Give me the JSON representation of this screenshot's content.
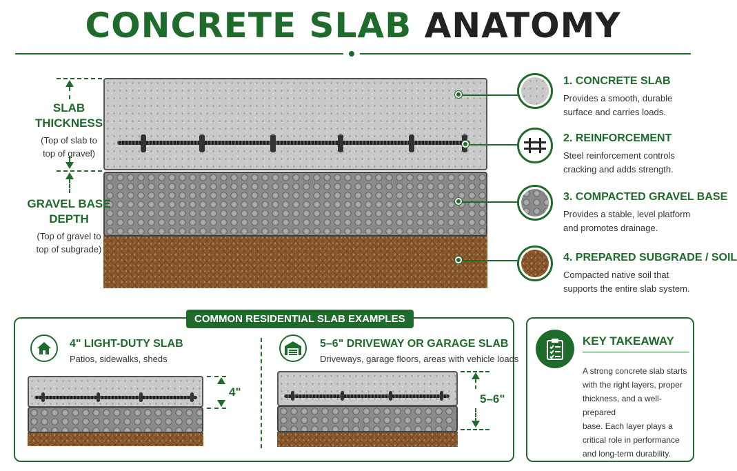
{
  "title": {
    "part1": "CONCRETE SLAB",
    "part2": "ANATOMY"
  },
  "dimensions": {
    "slab_thickness": {
      "title_line1": "SLAB",
      "title_line2": "THICKNESS",
      "sub_line1": "(Top of slab to",
      "sub_line2": "top of gravel)"
    },
    "gravel_depth": {
      "title_line1": "GRAVEL BASE",
      "title_line2": "DEPTH",
      "sub_line1": "(Top of gravel to",
      "sub_line2": "top of subgrade)"
    }
  },
  "layers": [
    {
      "title": "1. CONCRETE SLAB",
      "desc_line1": "Provides a smooth, durable",
      "desc_line2": "surface and carries loads.",
      "icon": "concrete-swatch-icon"
    },
    {
      "title": "2. REINFORCEMENT",
      "desc_line1": "Steel reinforcement controls",
      "desc_line2": "cracking and adds strength.",
      "icon": "rebar-grid-icon"
    },
    {
      "title": "3. COMPACTED GRAVEL BASE",
      "desc_line1": "Provides a stable, level platform",
      "desc_line2": "and promotes drainage.",
      "icon": "gravel-swatch-icon"
    },
    {
      "title": "4. PREPARED SUBGRADE / SOIL",
      "desc_line1": "Compacted native soil that",
      "desc_line2": "supports the entire slab system.",
      "icon": "soil-swatch-icon"
    }
  ],
  "examples": {
    "header": "COMMON RESIDENTIAL SLAB EXAMPLES",
    "light": {
      "title": "4\" LIGHT-DUTY SLAB",
      "desc": "Patios, sidewalks, sheds",
      "dimension": "4\"",
      "icon": "house-icon"
    },
    "driveway": {
      "title": "5–6\" DRIVEWAY OR GARAGE SLAB",
      "desc": "Driveways, garage floors, areas with vehicle loads",
      "dimension": "5–6\"",
      "icon": "garage-icon"
    }
  },
  "takeaway": {
    "title": "KEY TAKEAWAY",
    "lines": [
      "A strong concrete slab starts",
      "with the right layers, proper",
      "thickness, and a well-prepared",
      "base. Each layer plays a",
      "critical role in performance",
      "and long-term durability."
    ],
    "icon": "clipboard-checklist-icon"
  },
  "colors": {
    "accent": "#1e6b2c",
    "concrete": "#c9c9c9",
    "gravel": "#8a8a8a",
    "soil": "#8a5a2e"
  }
}
